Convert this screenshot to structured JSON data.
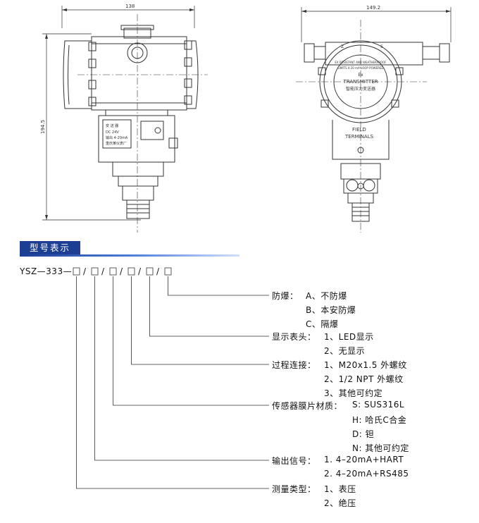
{
  "dimensions": {
    "width_left": "138",
    "height_left": "194.5",
    "width_right": "149.2"
  },
  "engravings": {
    "nameplate_lines": [
      "变 送 器",
      "DC 24V",
      "输出 4-20mA",
      "重庆某仪表厂"
    ],
    "cover_ring_line1": "EX RESISTANT AND WEATHERPROOF",
    "cover_ring_line2": "LIMITS 4-20 mA LOOP POWERED",
    "cover_ex": "Ex",
    "cover_title": "TRANSMITTER",
    "cover_chinese": "智能压力变送器",
    "z_mark": "Z",
    "s_mark": "S",
    "field": "FIELD",
    "terminals": "TERMINALS"
  },
  "section": {
    "title": "型号表示"
  },
  "model": {
    "prefix": "YSZ—333—",
    "separator": "/"
  },
  "groups": [
    {
      "label": "防爆：",
      "options": [
        "A、不防爆",
        "B、本安防爆",
        "C、隔爆"
      ]
    },
    {
      "label": "显示表头：",
      "options": [
        "1、LED显示",
        "2、无显示"
      ]
    },
    {
      "label": "过程连接：",
      "options": [
        "1、M20x1.5 外螺纹",
        "2、1/2 NPT 外螺纹",
        "3、其他可约定"
      ]
    },
    {
      "label": "传感器膜片材质：",
      "options": [
        "S: SUS316L",
        "H: 哈氏C合金",
        "D: 钽",
        "N: 其他可约定"
      ]
    },
    {
      "label": "输出信号：",
      "options": [
        "1. 4–20mA+HART",
        "2. 4–20mA+RS485"
      ]
    },
    {
      "label": "测量类型：",
      "options": [
        "1、表压",
        "2、绝压"
      ]
    }
  ],
  "colors": {
    "header_blue": "#1c3f93",
    "line": "#333333"
  }
}
